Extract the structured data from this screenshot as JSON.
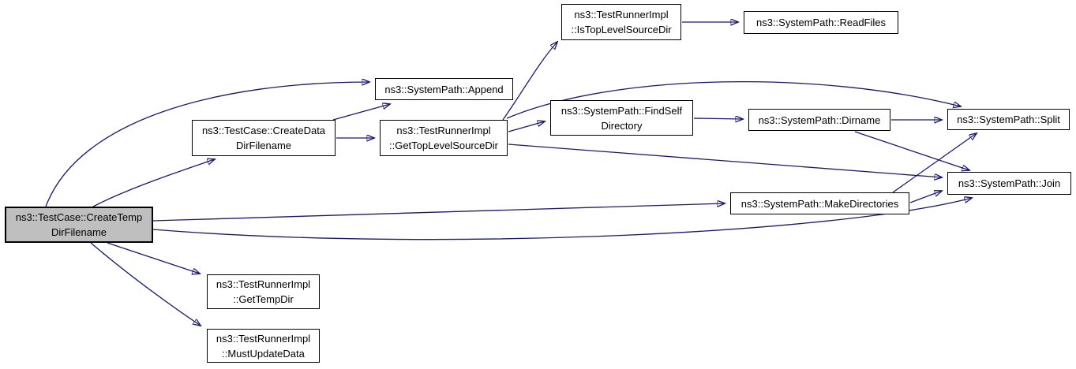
{
  "diagram": {
    "type": "call-graph",
    "root_function": "ns3::TestCase::CreateTempDirFilename",
    "colors": {
      "background": "#ffffff",
      "edge": "#191970",
      "node_fill": "#ffffff",
      "node_border": "#000000",
      "root_node_fill": "#bfbfbf"
    },
    "nodes": [
      {
        "id": "create-temp-dir-filename",
        "label": "ns3::TestCase::CreateTemp\nDirFilename",
        "highlighted": true
      },
      {
        "id": "create-data-dir-filename",
        "label": "ns3::TestCase::CreateData\nDirFilename",
        "highlighted": false
      },
      {
        "id": "system-path-append",
        "label": "ns3::SystemPath::Append",
        "highlighted": false
      },
      {
        "id": "get-top-level-source-dir",
        "label": "ns3::TestRunnerImpl\n::GetTopLevelSourceDir",
        "highlighted": false
      },
      {
        "id": "is-top-level-source-dir",
        "label": "ns3::TestRunnerImpl\n::IsTopLevelSourceDir",
        "highlighted": false
      },
      {
        "id": "system-path-read-files",
        "label": "ns3::SystemPath::ReadFiles",
        "highlighted": false
      },
      {
        "id": "find-self-directory",
        "label": "ns3::SystemPath::FindSelf\nDirectory",
        "highlighted": false
      },
      {
        "id": "system-path-dirname",
        "label": "ns3::SystemPath::Dirname",
        "highlighted": false
      },
      {
        "id": "system-path-split",
        "label": "ns3::SystemPath::Split",
        "highlighted": false
      },
      {
        "id": "system-path-join",
        "label": "ns3::SystemPath::Join",
        "highlighted": false
      },
      {
        "id": "system-path-make-directories",
        "label": "ns3::SystemPath::MakeDirectories",
        "highlighted": false
      },
      {
        "id": "get-temp-dir",
        "label": "ns3::TestRunnerImpl\n::GetTempDir",
        "highlighted": false
      },
      {
        "id": "must-update-data",
        "label": "ns3::TestRunnerImpl\n::MustUpdateData",
        "highlighted": false
      }
    ],
    "edges": [
      {
        "from": "create-temp-dir-filename",
        "to": "create-data-dir-filename"
      },
      {
        "from": "create-temp-dir-filename",
        "to": "system-path-append"
      },
      {
        "from": "create-temp-dir-filename",
        "to": "system-path-make-directories"
      },
      {
        "from": "create-temp-dir-filename",
        "to": "system-path-join"
      },
      {
        "from": "create-temp-dir-filename",
        "to": "get-temp-dir"
      },
      {
        "from": "create-temp-dir-filename",
        "to": "must-update-data"
      },
      {
        "from": "create-data-dir-filename",
        "to": "system-path-append"
      },
      {
        "from": "create-data-dir-filename",
        "to": "get-top-level-source-dir"
      },
      {
        "from": "get-top-level-source-dir",
        "to": "is-top-level-source-dir"
      },
      {
        "from": "get-top-level-source-dir",
        "to": "system-path-split"
      },
      {
        "from": "get-top-level-source-dir",
        "to": "find-self-directory"
      },
      {
        "from": "get-top-level-source-dir",
        "to": "system-path-join"
      },
      {
        "from": "is-top-level-source-dir",
        "to": "system-path-read-files"
      },
      {
        "from": "find-self-directory",
        "to": "system-path-dirname"
      },
      {
        "from": "system-path-dirname",
        "to": "system-path-split"
      },
      {
        "from": "system-path-dirname",
        "to": "system-path-join"
      },
      {
        "from": "system-path-make-directories",
        "to": "system-path-split"
      },
      {
        "from": "system-path-make-directories",
        "to": "system-path-join"
      }
    ]
  }
}
